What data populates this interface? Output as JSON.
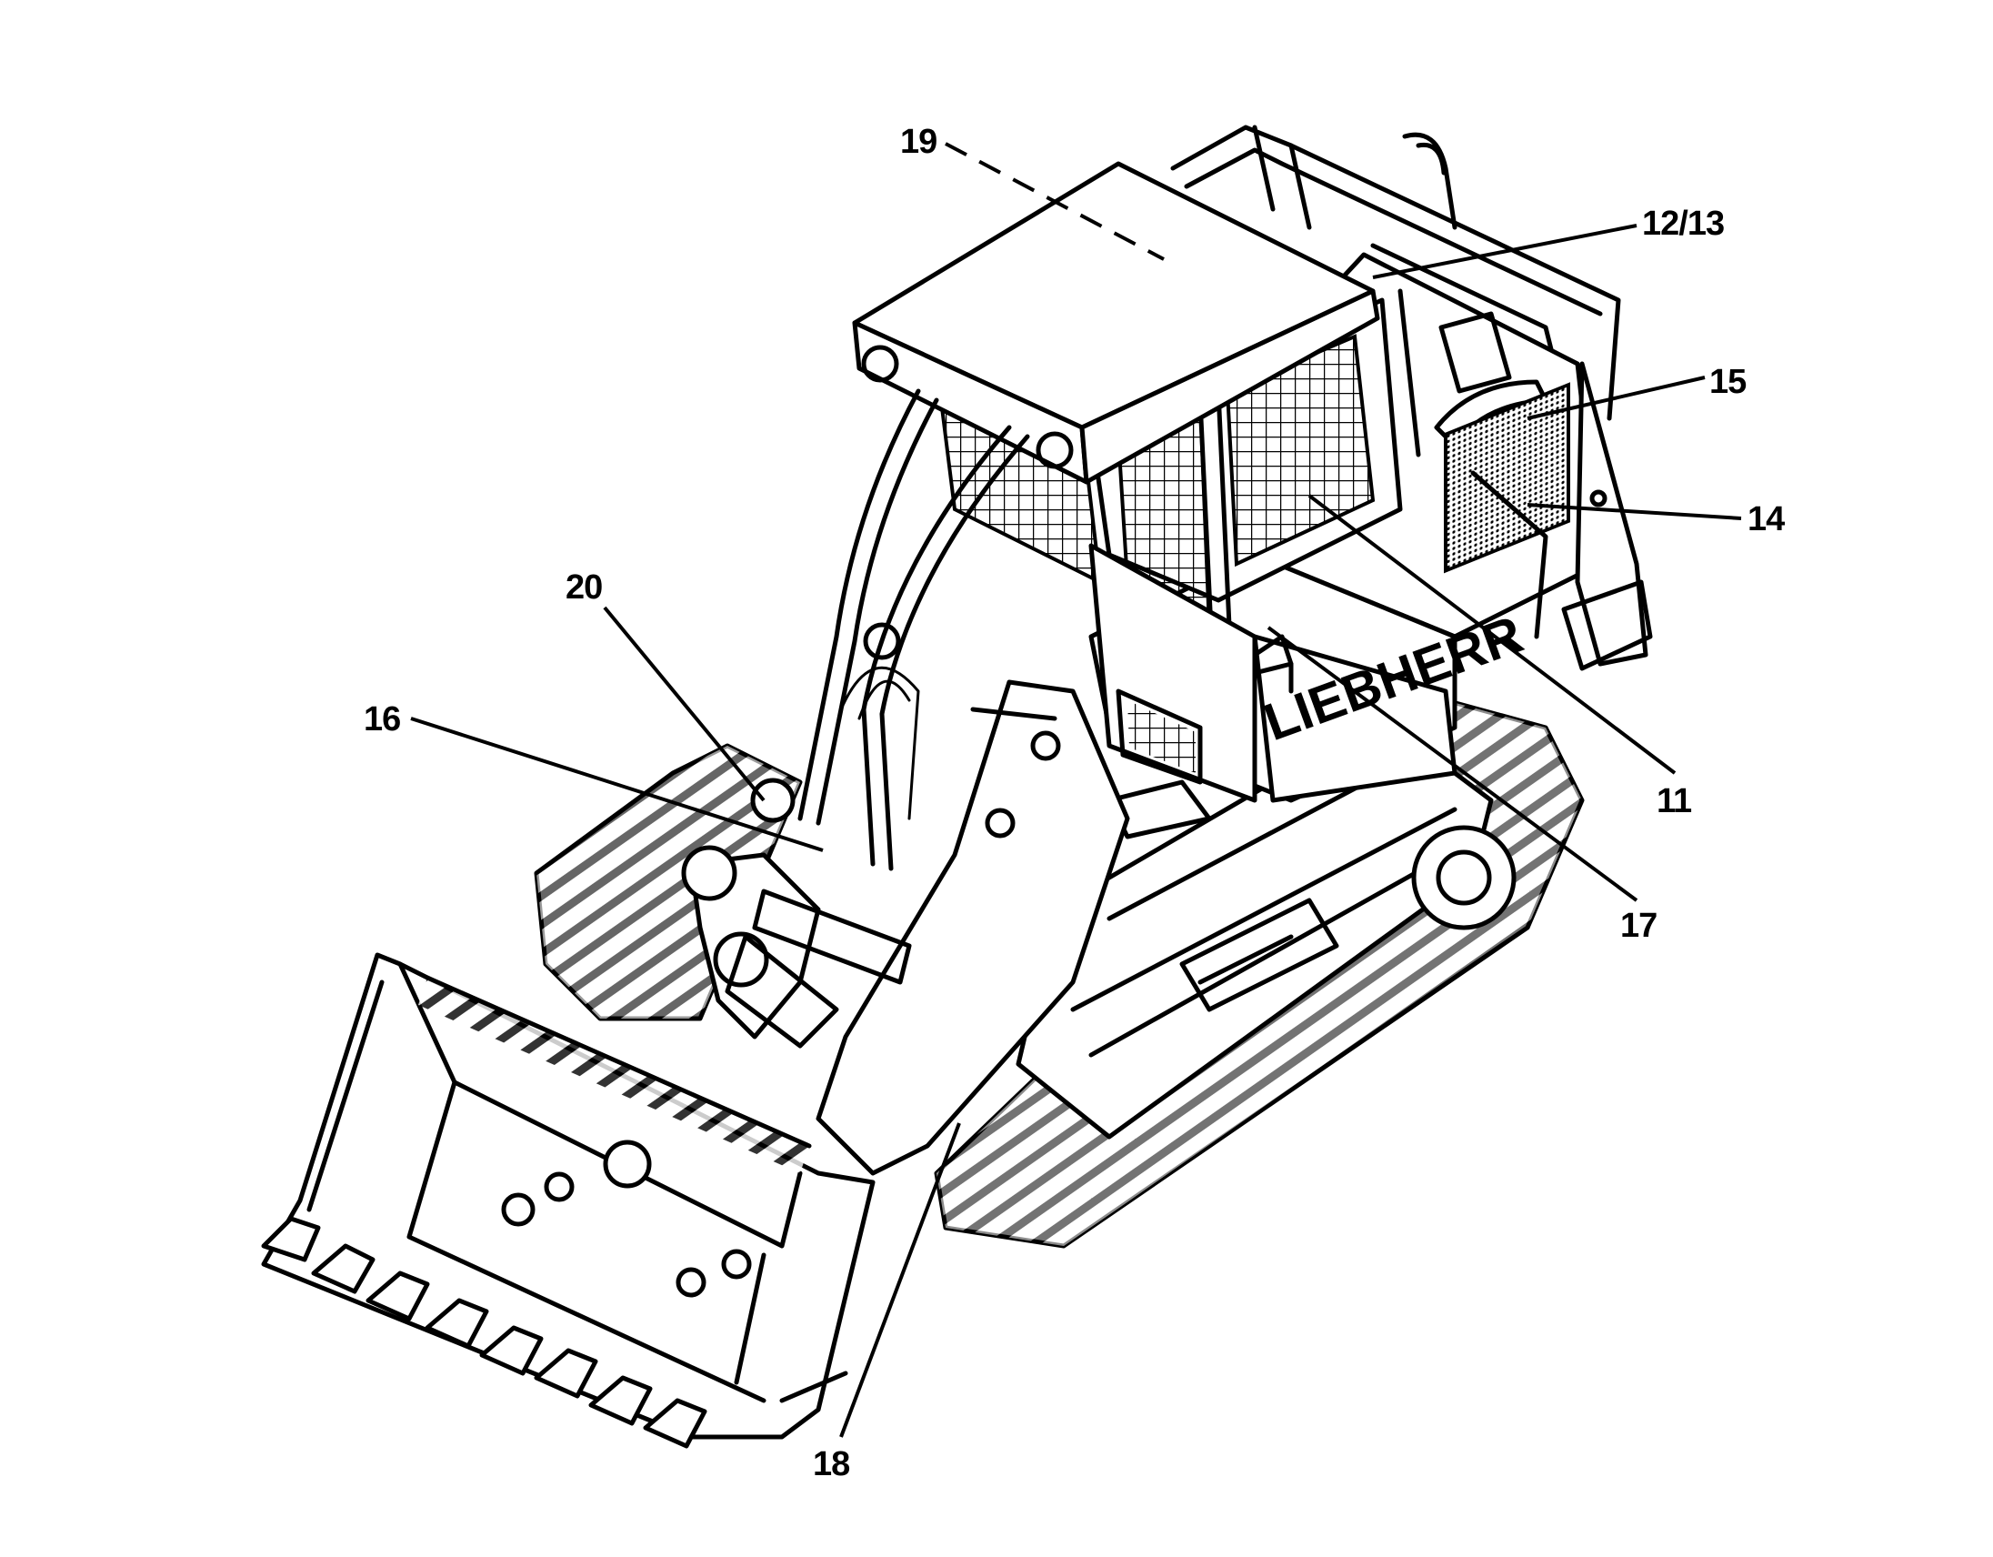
{
  "diagram": {
    "brand_text": "LIEBHERR",
    "callouts": [
      {
        "id": "19",
        "label": "19"
      },
      {
        "id": "12-13",
        "label": "12/13"
      },
      {
        "id": "15",
        "label": "15"
      },
      {
        "id": "14",
        "label": "14"
      },
      {
        "id": "11",
        "label": "11"
      },
      {
        "id": "17",
        "label": "17"
      },
      {
        "id": "20",
        "label": "20"
      },
      {
        "id": "16",
        "label": "16"
      },
      {
        "id": "18",
        "label": "18"
      }
    ]
  }
}
